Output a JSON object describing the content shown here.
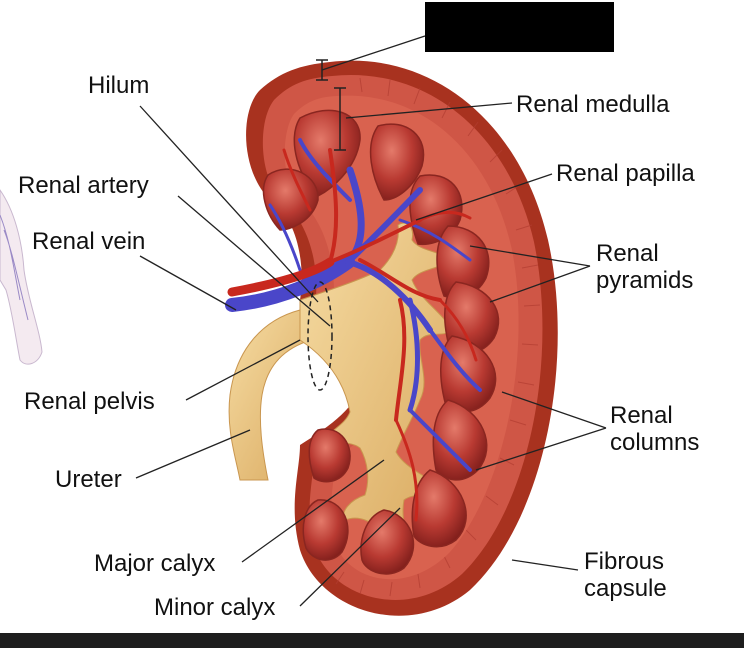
{
  "diagram": {
    "labels": {
      "hilum": "Hilum",
      "renal_artery": "Renal artery",
      "renal_vein": "Renal vein",
      "renal_pelvis": "Renal pelvis",
      "ureter": "Ureter",
      "major_calyx": "Major calyx",
      "minor_calyx": "Minor calyx",
      "renal_medulla": "Renal medulla",
      "renal_papilla": "Renal papilla",
      "renal_pyramids": [
        "Renal",
        "pyramids"
      ],
      "renal_columns": [
        "Renal",
        "columns"
      ],
      "fibrous_capsule": [
        "Fibrous",
        "capsule"
      ]
    },
    "colors": {
      "cortex": "#c8483a",
      "capsule": "#a8321f",
      "pyramid": "#b73c33",
      "vein": "#4a46c9",
      "artery": "#c8281e",
      "pelvis": "#eac47e",
      "redaction": "#000000"
    }
  }
}
